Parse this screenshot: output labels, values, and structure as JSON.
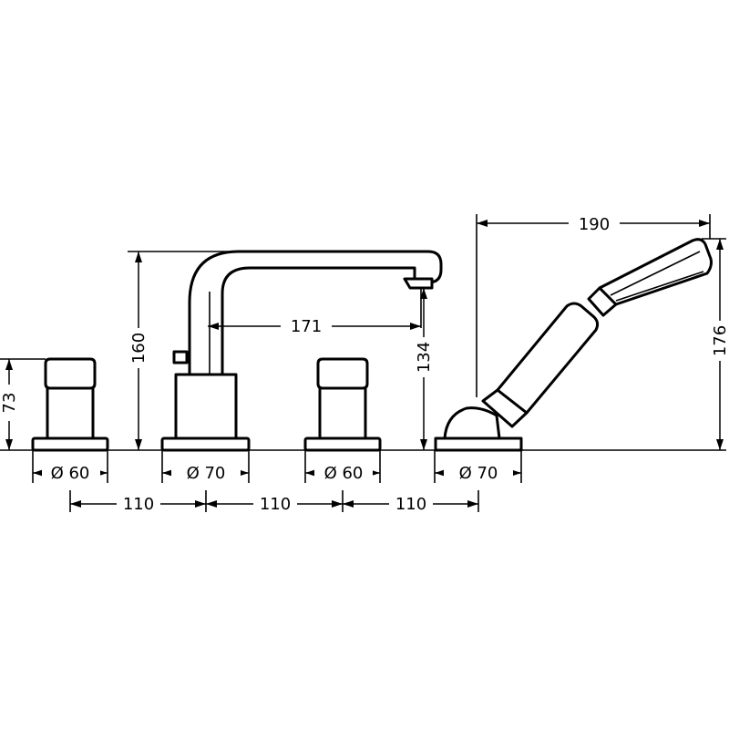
{
  "dimensions": {
    "spout_length": "171",
    "spout_height": "160",
    "spout_outlet_height": "134",
    "handle_height": "73",
    "shower_reach": "190",
    "shower_height": "176",
    "spacing_1": "110",
    "spacing_2": "110",
    "spacing_3": "110",
    "base_handle_left": "Ø 60",
    "base_spout": "Ø 70",
    "base_handle_right": "Ø 60",
    "base_shower": "Ø 70"
  },
  "colors": {
    "line": "#000000",
    "background": "#ffffff"
  }
}
